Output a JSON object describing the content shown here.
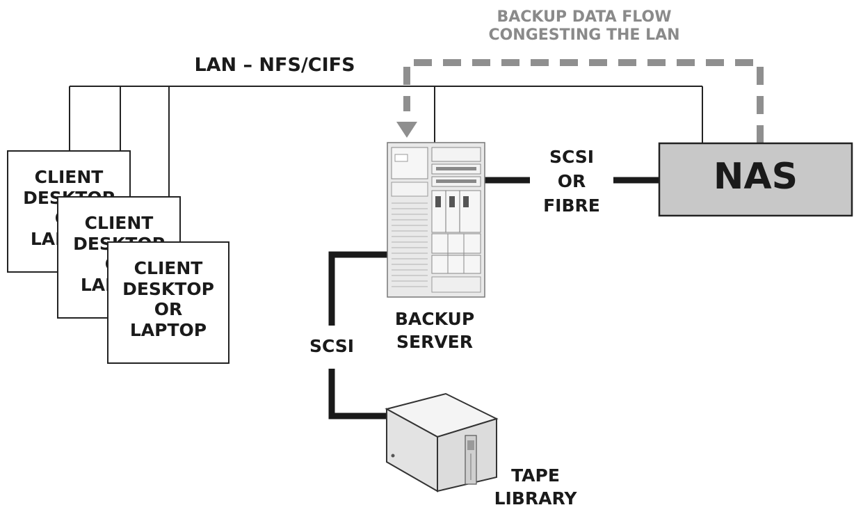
{
  "labels": {
    "lan": "LAN – NFS/CIFS",
    "flow_note": "BACKUP DATA FLOW\nCONGESTING THE LAN",
    "nas": "NAS",
    "scsi_or_fibre": "SCSI\nOR\nFIBRE",
    "backup_server": "BACKUP\nSERVER",
    "scsi": "SCSI",
    "tape_library": "TAPE\nLIBRARY"
  },
  "clients": [
    "CLIENT\nDESKTOP\nOR\nLAPTOP",
    "CLIENT\nDESKTOP\nOR\nLAPTOP",
    "CLIENT\nDESKTOP\nOR\nLAPTOP"
  ],
  "colors": {
    "line": "#222222",
    "dashed_flow": "#8f8f8f",
    "nas_fill": "#c8c8c8",
    "flow_text": "#8a8a8a"
  }
}
